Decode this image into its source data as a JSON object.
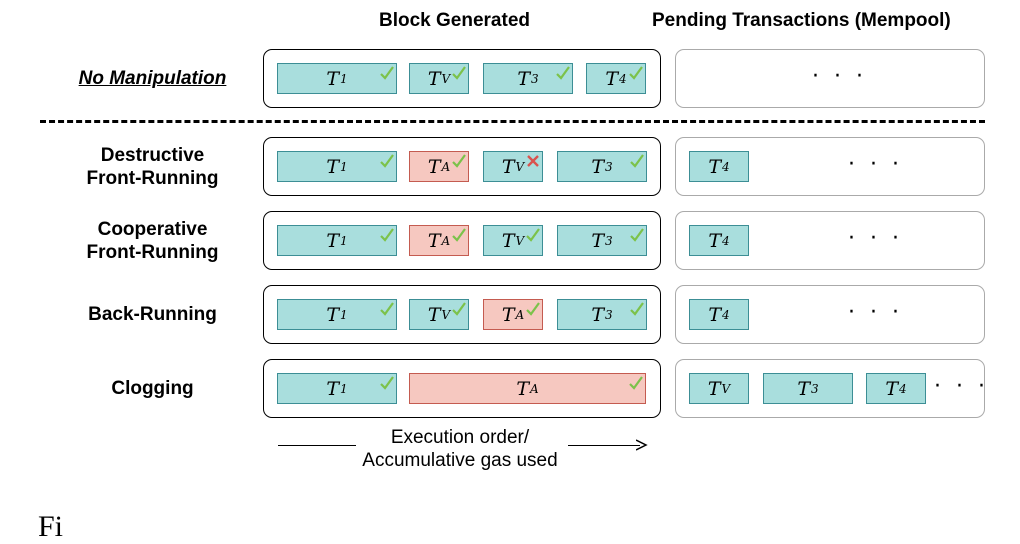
{
  "headers": {
    "block": "Block Generated",
    "pending": "Pending Transactions (Mempool)"
  },
  "rows": [
    {
      "label_lines": [
        "No Manipulation"
      ],
      "style": "nomanip",
      "block": [
        {
          "base": "T",
          "sub": "1",
          "type": "normal",
          "mark": "check"
        },
        {
          "base": "T",
          "sub": "V",
          "type": "normal",
          "mark": "check"
        },
        {
          "base": "T",
          "sub": "3",
          "type": "normal",
          "mark": "check"
        },
        {
          "base": "T",
          "sub": "4",
          "type": "normal",
          "mark": "check"
        }
      ],
      "pending": [],
      "pending_ellipsis": "· · ·"
    },
    {
      "label_lines": [
        "Destructive",
        "Front-Running"
      ],
      "style": "normal",
      "block": [
        {
          "base": "T",
          "sub": "1",
          "type": "normal",
          "mark": "check"
        },
        {
          "base": "T",
          "sub": "A",
          "type": "attack",
          "mark": "check"
        },
        {
          "base": "T",
          "sub": "V",
          "type": "normal",
          "mark": "cross"
        },
        {
          "base": "T",
          "sub": "3",
          "type": "normal",
          "mark": "check"
        }
      ],
      "pending": [
        {
          "base": "T",
          "sub": "4",
          "type": "normal"
        }
      ],
      "pending_ellipsis": "· · ·"
    },
    {
      "label_lines": [
        "Cooperative",
        "Front-Running"
      ],
      "style": "normal",
      "block": [
        {
          "base": "T",
          "sub": "1",
          "type": "normal",
          "mark": "check"
        },
        {
          "base": "T",
          "sub": "A",
          "type": "attack",
          "mark": "check"
        },
        {
          "base": "T",
          "sub": "V",
          "type": "normal",
          "mark": "check"
        },
        {
          "base": "T",
          "sub": "3",
          "type": "normal",
          "mark": "check"
        }
      ],
      "pending": [
        {
          "base": "T",
          "sub": "4",
          "type": "normal"
        }
      ],
      "pending_ellipsis": "· · ·"
    },
    {
      "label_lines": [
        "Back-Running"
      ],
      "style": "normal",
      "block": [
        {
          "base": "T",
          "sub": "1",
          "type": "normal",
          "mark": "check"
        },
        {
          "base": "T",
          "sub": "V",
          "type": "normal",
          "mark": "check"
        },
        {
          "base": "T",
          "sub": "A",
          "type": "attack",
          "mark": "check"
        },
        {
          "base": "T",
          "sub": "3",
          "type": "normal",
          "mark": "check"
        }
      ],
      "pending": [
        {
          "base": "T",
          "sub": "4",
          "type": "normal"
        }
      ],
      "pending_ellipsis": "· · ·"
    },
    {
      "label_lines": [
        "Clogging"
      ],
      "style": "normal",
      "block": [
        {
          "base": "T",
          "sub": "1",
          "type": "normal",
          "mark": "check"
        },
        {
          "base": "T",
          "sub": "A",
          "type": "attack",
          "mark": "check"
        }
      ],
      "pending": [
        {
          "base": "T",
          "sub": "V",
          "type": "normal"
        },
        {
          "base": "T",
          "sub": "3",
          "type": "normal"
        },
        {
          "base": "T",
          "sub": "4",
          "type": "normal"
        }
      ],
      "pending_ellipsis": "· · ·"
    }
  ],
  "axis": {
    "label_lines": [
      "Execution order/",
      "Accumulative gas used"
    ]
  },
  "caption": "Fi",
  "colors": {
    "normal_fill": "#a9dedd",
    "attack_fill": "#f6c8c0",
    "check": "#7cc24a",
    "cross": "#d9534f"
  }
}
